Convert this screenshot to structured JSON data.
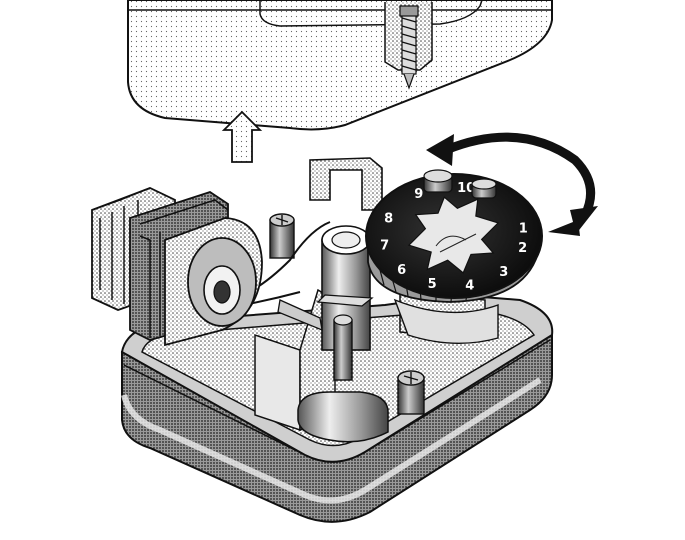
{
  "figure": {
    "style": "monochrome exploded technical illustration",
    "colors": {
      "ink": "#111111",
      "paper": "#ffffff",
      "mid_gray": "#8a8a8a",
      "light_gray": "#c8c8c8",
      "dark_gray": "#4a4a4a"
    },
    "dial": {
      "scale_labels": [
        "1",
        "2",
        "3",
        "4",
        "5",
        "6",
        "7",
        "8",
        "9",
        "10"
      ],
      "label_angles_deg": [
        0,
        23,
        55,
        87,
        118,
        148,
        180,
        212,
        250,
        290
      ],
      "label_ring_radius": 0.68,
      "start_angle_deg": 10
    },
    "icons": [
      "up-arrow-icon",
      "rotate-arrow-icon",
      "screw-icon"
    ]
  }
}
